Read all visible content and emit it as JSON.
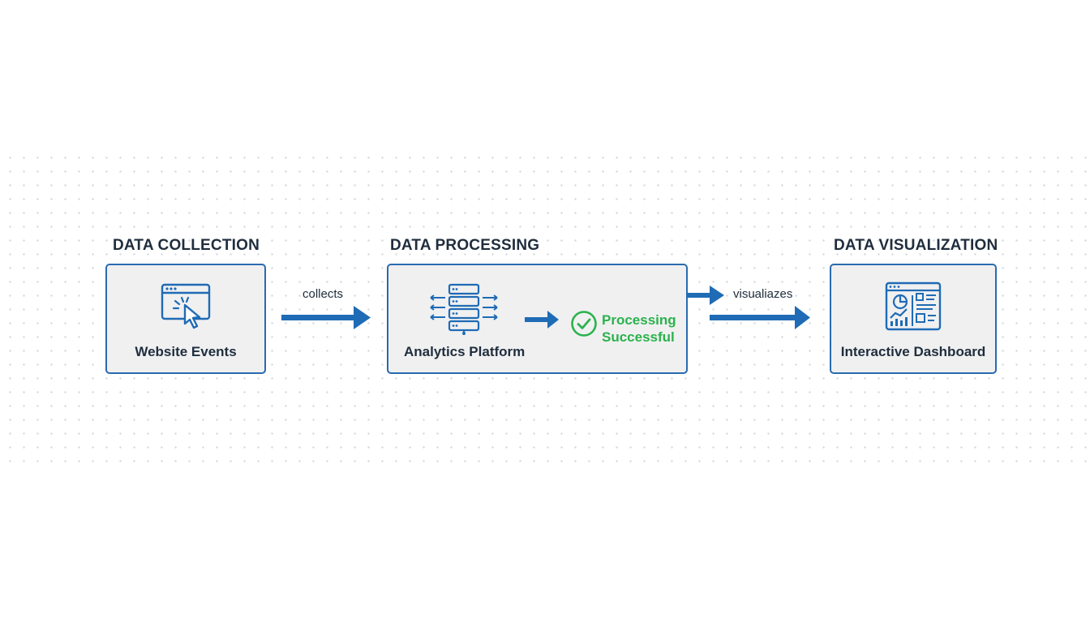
{
  "stages": [
    {
      "title": "DATA COLLECTION",
      "node_label": "Website Events",
      "icon": "browser-cursor-icon"
    },
    {
      "title": "DATA PROCESSING",
      "node_label": "Analytics Platform",
      "icon": "server-stack-icon",
      "status": {
        "line1": "Processing",
        "line2": "Successful",
        "icon": "check-circle-icon"
      }
    },
    {
      "title": "DATA VISUALIZATION",
      "node_label": "Interactive Dashboard",
      "icon": "dashboard-icon"
    }
  ],
  "edges": [
    {
      "label": "collects"
    },
    {
      "label": "visualiazes"
    }
  ],
  "colors": {
    "accent": "#1f6bb5",
    "border": "#2a6ab0",
    "success": "#2bb24c",
    "box_fill": "#f0f0f1",
    "text": "#1f2d3d"
  }
}
